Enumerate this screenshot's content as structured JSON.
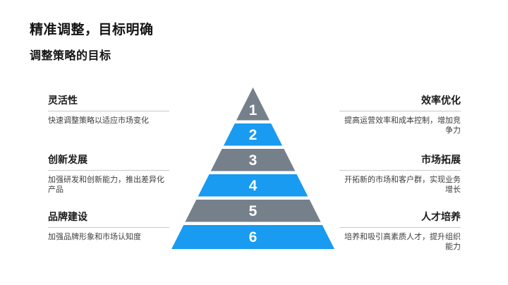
{
  "slide": {
    "title": "精准调整，目标明确",
    "subtitle": "调整策略的目标"
  },
  "colors": {
    "blue": "#189bf0",
    "gray": "#75808b",
    "number_text": "#ffffff",
    "divider": "#c9c9c9"
  },
  "pyramid": {
    "levels": [
      {
        "number": "1",
        "color": "#75808b"
      },
      {
        "number": "2",
        "color": "#189bf0"
      },
      {
        "number": "3",
        "color": "#75808b"
      },
      {
        "number": "4",
        "color": "#189bf0"
      },
      {
        "number": "5",
        "color": "#75808b"
      },
      {
        "number": "6",
        "color": "#189bf0"
      }
    ]
  },
  "left_items": [
    {
      "heading": "灵活性",
      "description": "快速调整策略以适应市场变化"
    },
    {
      "heading": "创新发展",
      "description": "加强研发和创新能力，推出差异化产品"
    },
    {
      "heading": "品牌建设",
      "description": "加强品牌形象和市场认知度"
    }
  ],
  "right_items": [
    {
      "heading": "效率优化",
      "description": "提高运营效率和成本控制，增加竞争力"
    },
    {
      "heading": "市场拓展",
      "description": "开拓新的市场和客户群，实现业务增长"
    },
    {
      "heading": "人才培养",
      "description": "培养和吸引高素质人才，提升组织能力"
    }
  ]
}
